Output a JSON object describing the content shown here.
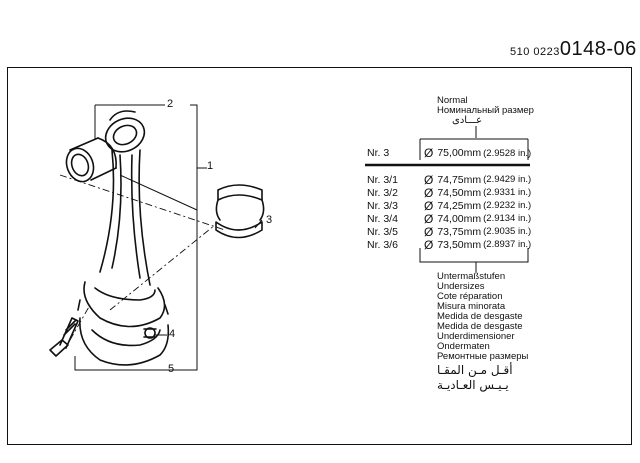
{
  "part_number": {
    "prefix": "510 0223",
    "code": "0148-06"
  },
  "callouts": [
    "1",
    "2",
    "3",
    "4",
    "5"
  ],
  "normal": {
    "labels": [
      "Normal",
      "Номинальный размер",
      "عـــادى"
    ],
    "nr": "Nr. 3",
    "mm": "75,00mm",
    "inch": "(2.9528 in.)"
  },
  "diameter_symbol": "Ø",
  "undersizes": [
    {
      "nr": "Nr. 3/1",
      "mm": "74,75mm",
      "inch": "(2.9429 in.)"
    },
    {
      "nr": "Nr. 3/2",
      "mm": "74,50mm",
      "inch": "(2.9331 in.)"
    },
    {
      "nr": "Nr. 3/3",
      "mm": "74,25mm",
      "inch": "(2.9232 in.)"
    },
    {
      "nr": "Nr. 3/4",
      "mm": "74,00mm",
      "inch": "(2.9134 in.)"
    },
    {
      "nr": "Nr. 3/5",
      "mm": "73,75mm",
      "inch": "(2.9035 in.)"
    },
    {
      "nr": "Nr. 3/6",
      "mm": "73,50mm",
      "inch": "(2.8937 in.)"
    }
  ],
  "undersize_labels": [
    "Untermaßstufen",
    "Undersizes",
    "Cote réparation",
    "Misura minorata",
    "Medida de desgaste",
    "Medida de desgaste",
    "Underdimensioner",
    "Ondermaten",
    "Ремонтные размеры"
  ],
  "arabic_labels": [
    "أقـل مـن المقـا",
    "يـيـس العـاديـة"
  ]
}
